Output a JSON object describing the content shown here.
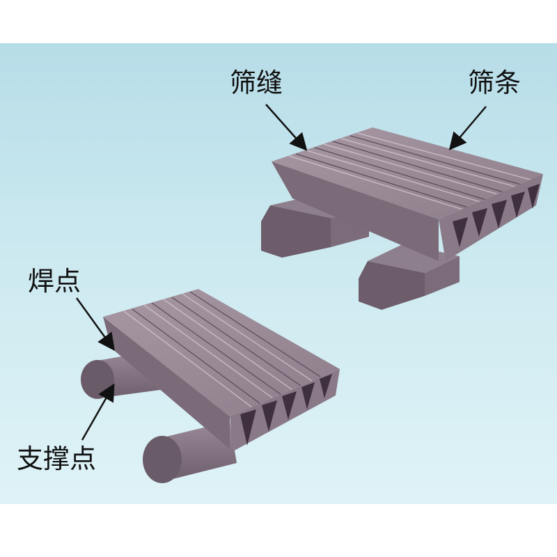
{
  "labels": {
    "screen_slot": "筛缝",
    "screen_bar": "筛条",
    "weld_point": "焊点",
    "support_point": "支撑点"
  },
  "colors": {
    "background_top": "#b7dde8",
    "background_bottom": "#dff3f7",
    "bar_top": "#9a8a96",
    "bar_side": "#7a6b78",
    "bar_dark": "#4f3f4e",
    "arrow": "#111111"
  }
}
